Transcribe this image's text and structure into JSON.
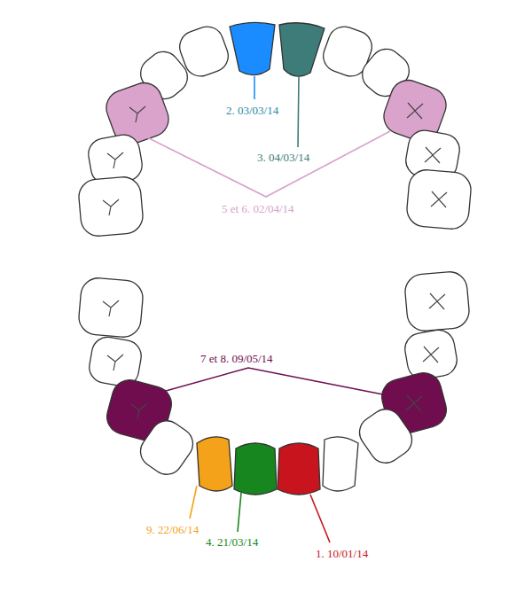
{
  "diagram": {
    "labels": [
      "2. 03/03/14",
      "3. 04/03/14",
      "5 et 6. 02/04/14",
      "7 et 8. 09/05/14",
      "9. 22/06/14",
      "4. 21/03/14",
      "1. 10/01/14"
    ]
  }
}
